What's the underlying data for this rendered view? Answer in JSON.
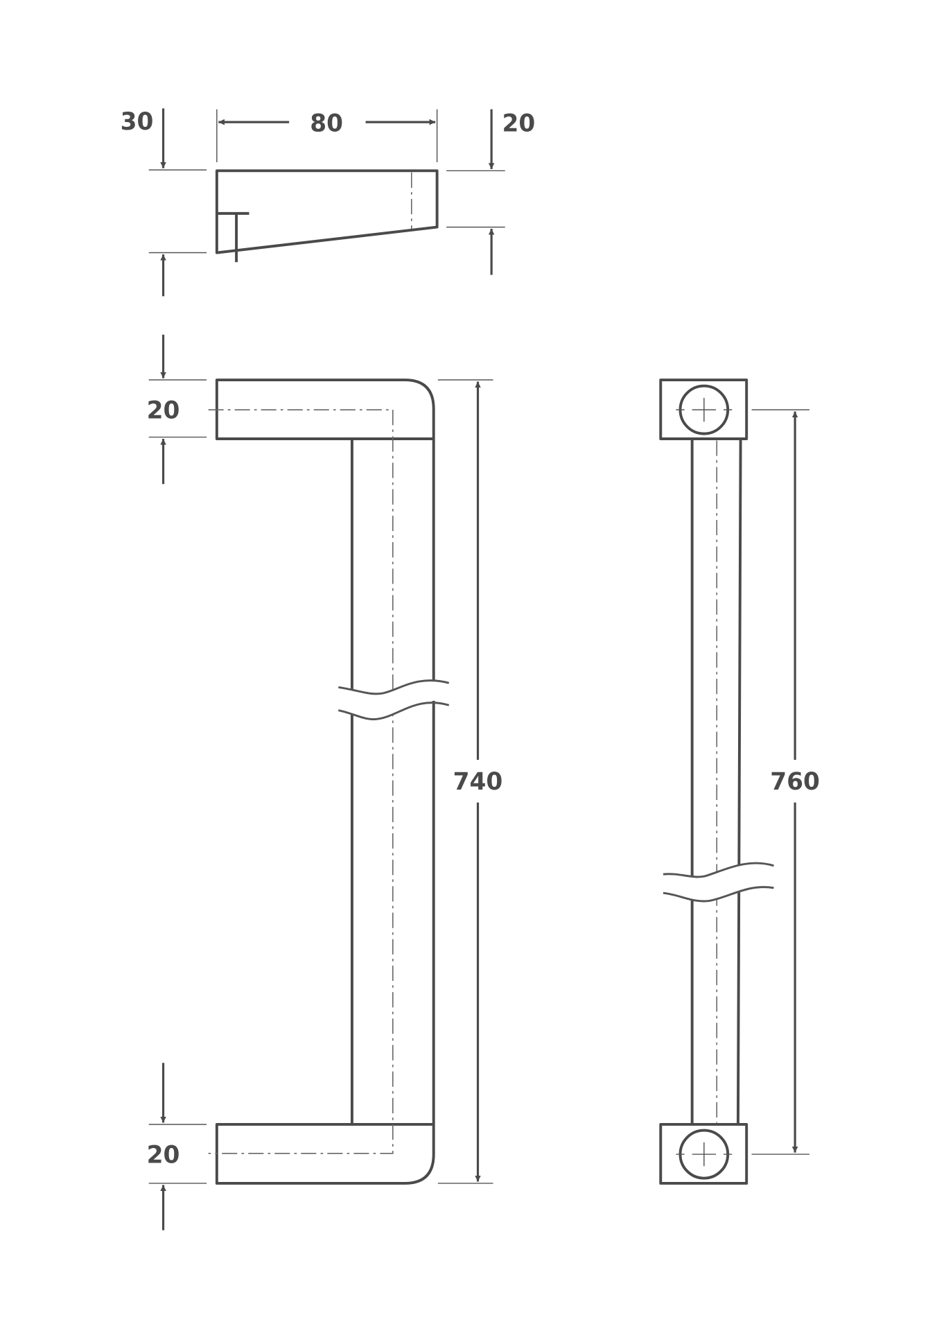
{
  "drawing": {
    "top_view": {
      "width_label": "80",
      "left_height_label": "30",
      "right_height_label": "20"
    },
    "front_view": {
      "top_arm_label": "20",
      "bottom_arm_label": "20",
      "length_label": "740"
    },
    "side_view": {
      "length_label": "760"
    },
    "line_color": "#4a4a4a"
  }
}
